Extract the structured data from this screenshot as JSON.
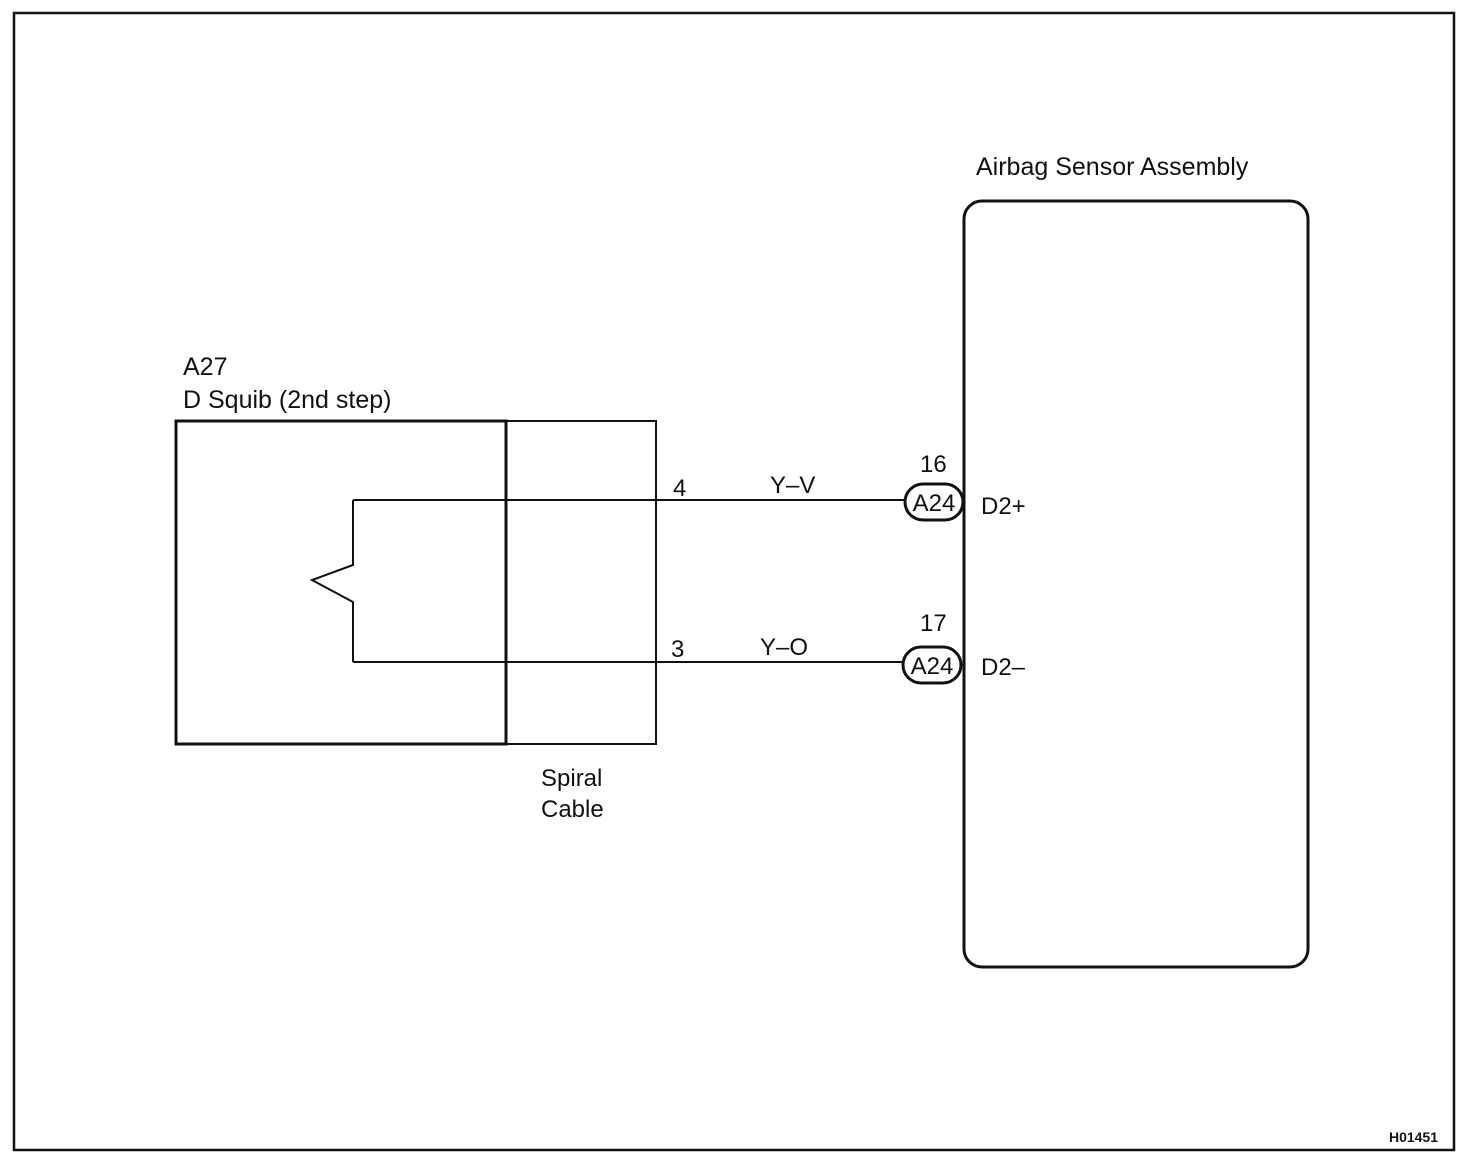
{
  "squib": {
    "connector": "A27",
    "name": "D Squib (2nd step)"
  },
  "spiral_cable": {
    "line1": "Spiral",
    "line2": "Cable"
  },
  "sensor": {
    "title": "Airbag Sensor Assembly"
  },
  "wires": [
    {
      "squib_pin": "4",
      "color_code": "Y–V",
      "sensor_pin": "16",
      "connector": "A24",
      "terminal": "D2+"
    },
    {
      "squib_pin": "3",
      "color_code": "Y–O",
      "sensor_pin": "17",
      "connector": "A24",
      "terminal": "D2–"
    }
  ],
  "figure_id": "H01451"
}
